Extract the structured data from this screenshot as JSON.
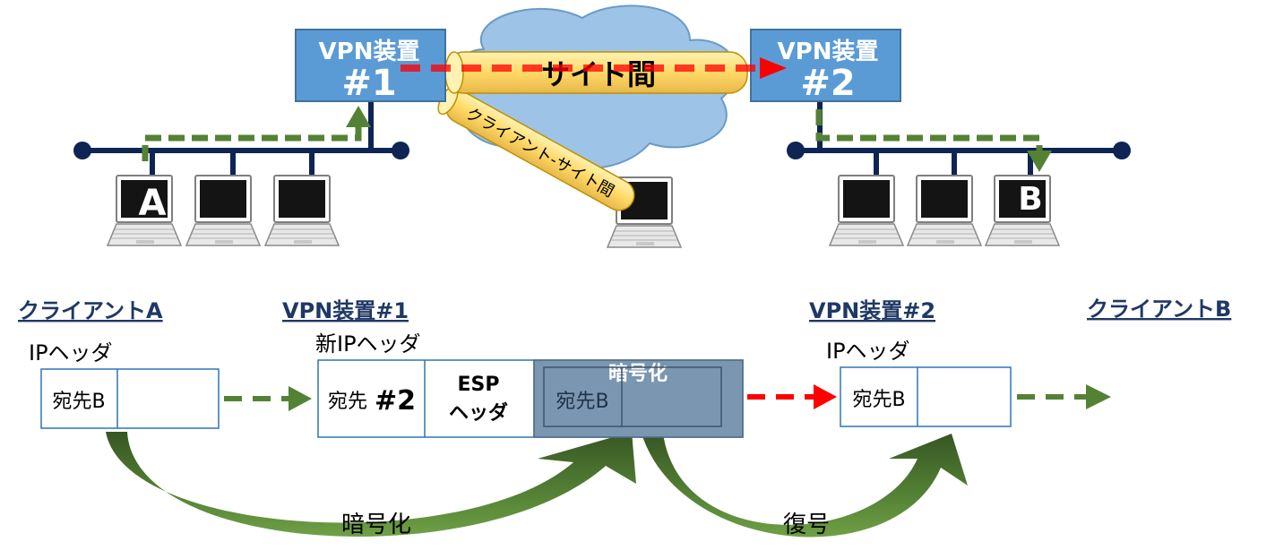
{
  "top": {
    "vpn1": {
      "line1": "VPN装置",
      "line2": "#1"
    },
    "vpn2": {
      "line1": "VPN装置",
      "line2": "#2"
    },
    "tunnel_site": "サイト間",
    "tunnel_client": "クライアント-サイト間",
    "client_a": "A",
    "client_b": "B"
  },
  "bottom": {
    "titles": {
      "client_a": "クライアントA",
      "vpn1": "VPN装置#1",
      "vpn2": "VPN装置#2",
      "client_b": "クライアントB"
    },
    "packet_a": {
      "header_label": "IPヘッダ",
      "dest": "宛先B"
    },
    "packet_vpn1": {
      "header_label": "新IPヘッダ",
      "dest_prefix": "宛先",
      "dest_num": "#2",
      "esp_line1": "ESP",
      "esp_line2": "ヘッダ",
      "encrypted_label": "暗号化",
      "inner_dest": "宛先B"
    },
    "packet_vpn2": {
      "header_label": "IPヘッダ",
      "dest": "宛先B"
    },
    "arrow_encrypt": "暗号化",
    "arrow_decrypt": "復号"
  },
  "colors": {
    "device": "#5b9bd5",
    "bus": "#0d2454",
    "green": "#548235",
    "red": "#ff0000",
    "tunnel": "#ffd966",
    "cloud": "#9dc3e6",
    "encrypted": "#7b96b0"
  }
}
